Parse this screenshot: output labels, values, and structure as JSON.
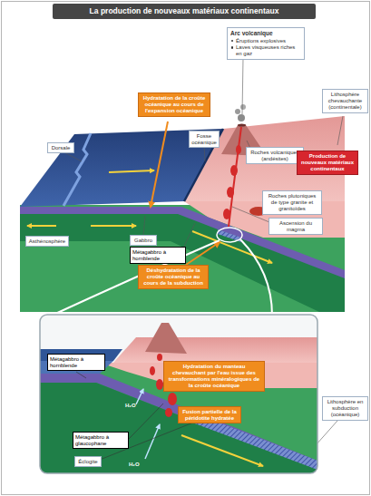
{
  "diagram": {
    "title": "La production de nouveaux matériaux continentaux",
    "nodes": [
      {
        "text": [
          "Arc volcanique",
          "Éruptions explosives",
          "Laves visqueuses riches en gaz"
        ]
      },
      {
        "text": [
          "Hydratation de la croûte océanique au cours de l'expansion océanique"
        ]
      },
      {
        "text": [
          "Dorsale"
        ]
      },
      {
        "text": [
          "Fosse océanique"
        ]
      },
      {
        "text": [
          "Roches volcaniques (andésites)"
        ]
      },
      {
        "text": [
          "Production de nouveaux matériaux continentaux"
        ]
      },
      {
        "text": [
          "Lithosphère chevauchante (continentale)"
        ]
      },
      {
        "text": [
          "Roches plutoniques de type granite et granitoïdes"
        ]
      },
      {
        "text": [
          "Asthénosphère"
        ]
      },
      {
        "text": [
          "Gabbro"
        ]
      },
      {
        "text": [
          "Métagabbro à hornblende"
        ]
      },
      {
        "text": [
          "Ascension du magma"
        ]
      },
      {
        "text": [
          "Déshydratation de la croûte océanique au cours de la subduction"
        ]
      },
      {
        "text": [
          "Métagabbro à hornblende"
        ]
      },
      {
        "text": [
          "Hydratation du manteau chevauchant par l'eau issue des transformations minéralogiques de la croûte océanique"
        ]
      },
      {
        "text": [
          "Fusion partielle de la péridotite hydratée"
        ]
      },
      {
        "text": [
          "Métagabbro à glaucophane"
        ]
      },
      {
        "text": [
          "Éclogite"
        ]
      },
      {
        "text": [
          "Lithosphère en subduction (océanique)"
        ]
      }
    ],
    "labels": [
      "H₂O",
      "H₂O"
    ]
  }
}
